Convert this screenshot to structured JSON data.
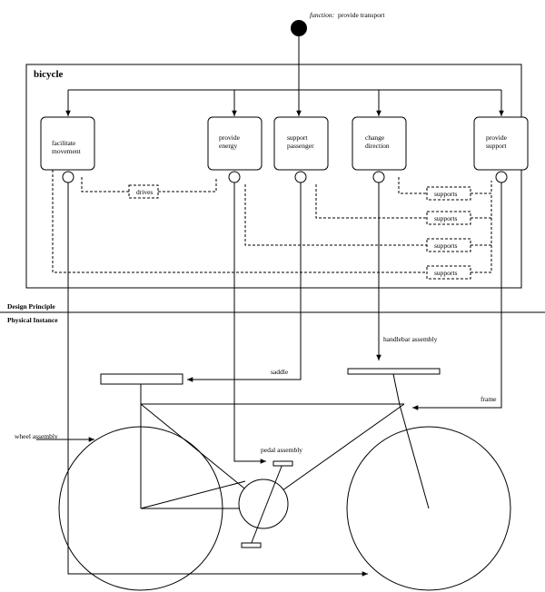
{
  "function": {
    "prefix": "function:",
    "text": "provide transport"
  },
  "system": {
    "title": "bicycle"
  },
  "functions": [
    {
      "id": "facilitate-movement",
      "lines": [
        "facilitate",
        "movement"
      ]
    },
    {
      "id": "provide-energy",
      "lines": [
        "provide",
        "energy"
      ]
    },
    {
      "id": "support-passenger",
      "lines": [
        "support",
        "passenger"
      ]
    },
    {
      "id": "change-direction",
      "lines": [
        "change",
        "direction"
      ]
    },
    {
      "id": "provide-support",
      "lines": [
        "provide",
        "support"
      ]
    }
  ],
  "relations": [
    {
      "label": "drives"
    },
    {
      "label": "supports"
    },
    {
      "label": "supports"
    },
    {
      "label": "supports"
    },
    {
      "label": "supports"
    }
  ],
  "sections": {
    "design": "Design Principle",
    "physical": "Physical Instance"
  },
  "instances": {
    "saddle": "saddle",
    "handlebar": "handlebar assembly",
    "frame": "frame",
    "wheel": "wheel assembly",
    "pedal": "pedal assembly"
  }
}
